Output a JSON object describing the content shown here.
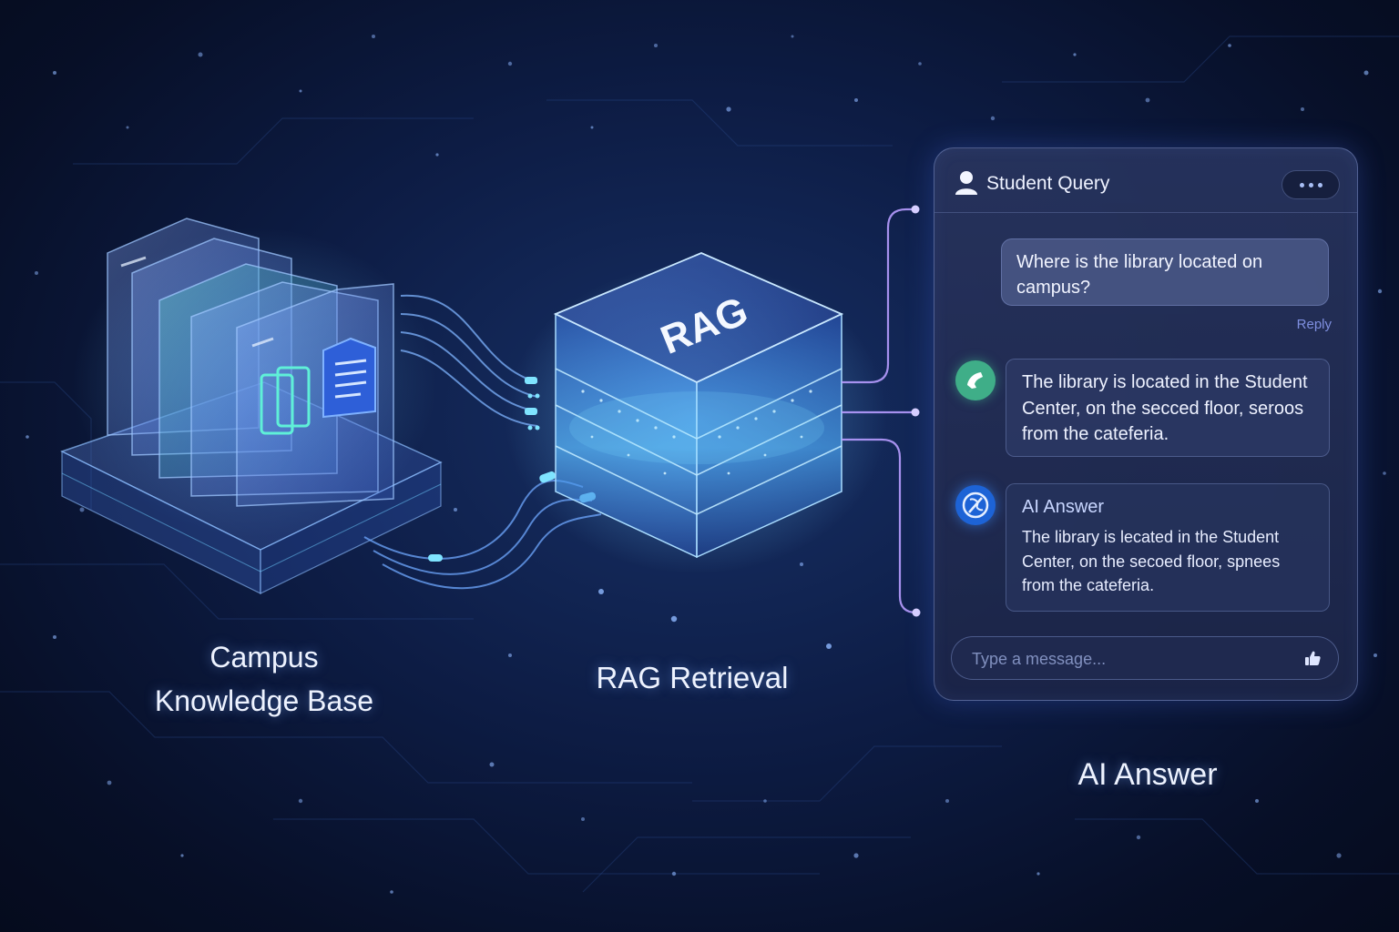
{
  "captions": {
    "knowledge_base": [
      "Campus",
      "Knowledge Base"
    ],
    "retrieval": "RAG Retrieval",
    "answer": "AI Answer"
  },
  "cube_label": "RAG",
  "chat": {
    "header_title": "Student Query",
    "user_message": "Where is the library located on campus?",
    "reply_label": "Reply",
    "bot_message": "The library is located in the Student Center, on the secced floor, seroos from the cateferia.",
    "ai_answer_title": "AI Answer",
    "ai_answer_text": "The library is lecated in the Student Center, on the secoed floor, spnees from the cateferia.",
    "input_placeholder": "Type a message...",
    "icons": {
      "header": "user-icon",
      "menu": "more-icon",
      "bot_avatar": "phone-icon",
      "ai_avatar": "ai-logo-icon",
      "send": "thumbs-up-icon"
    }
  },
  "colors": {
    "background": "#0b1838",
    "accent": "#5fb3ff",
    "glow": "#8fd8ff",
    "link_line": "#b79cff",
    "green_avatar": "#3fae88",
    "blue_avatar": "#1d63d6"
  }
}
